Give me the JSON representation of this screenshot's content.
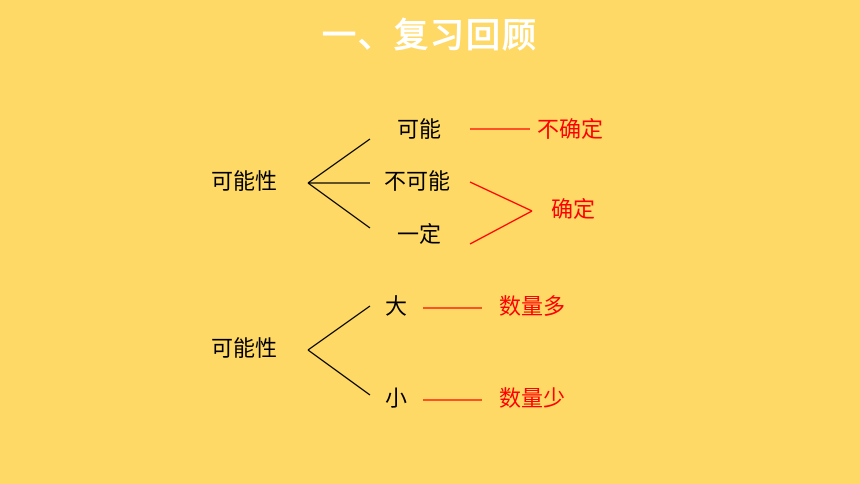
{
  "title": "一、复习回顾",
  "colors": {
    "background": "#FFD966",
    "title": "#FFFFFF",
    "black": "#000000",
    "red": "#FF0000"
  },
  "tree1": {
    "root": "可能性",
    "branches": [
      "可能",
      "不可能",
      "一定"
    ],
    "results": {
      "uncertain": "不确定",
      "certain": "确定"
    }
  },
  "tree2": {
    "root": "可能性",
    "branches": [
      "大",
      "小"
    ],
    "results": [
      "数量多",
      "数量少"
    ]
  }
}
